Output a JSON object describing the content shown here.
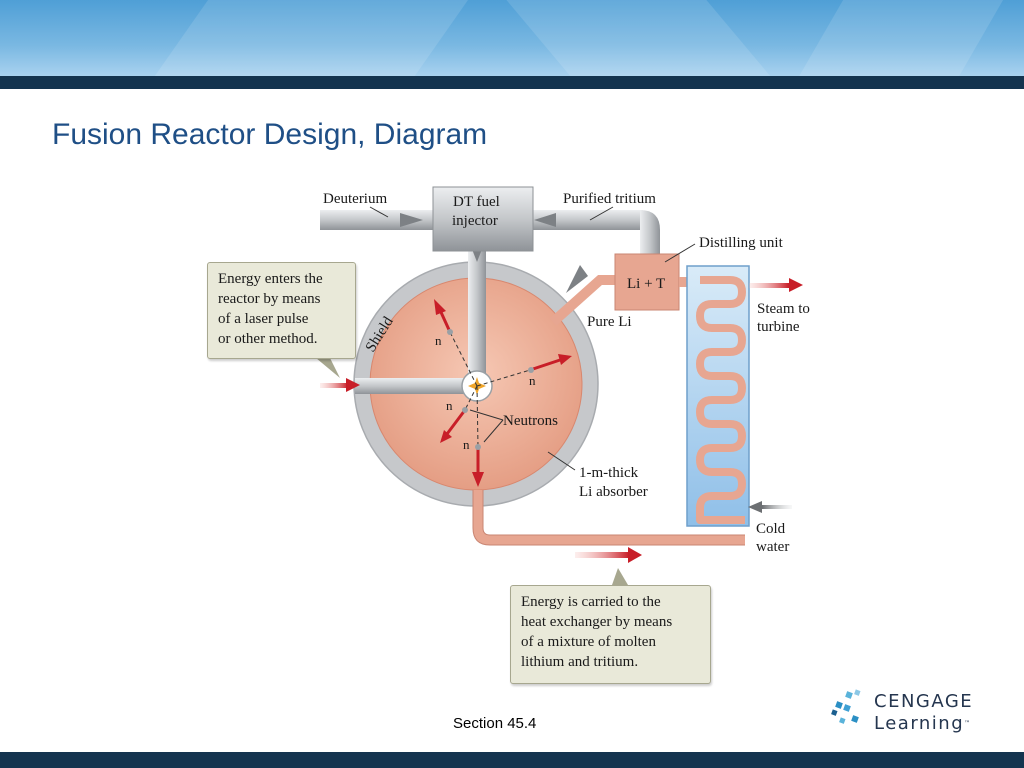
{
  "slide": {
    "title": "Fusion Reactor Design, Diagram",
    "footer": "Section  45.4"
  },
  "logo": {
    "line1": "CENGAGE",
    "line2": "Learning",
    "trademark": "™"
  },
  "diagram": {
    "labels": {
      "deuterium": "Deuterium",
      "dt_fuel_1": "DT fuel",
      "dt_fuel_2": "injector",
      "purified_tritium": "Purified tritium",
      "distilling_unit": "Distilling unit",
      "li_t": "Li + T",
      "pure_li": "Pure Li",
      "shield": "Shield",
      "steam_1": "Steam to",
      "steam_2": "turbine",
      "neutrons": "Neutrons",
      "n": "n",
      "absorber_1": "1-m-thick",
      "absorber_2": "Li absorber",
      "cold_1": "Cold",
      "cold_2": "water"
    },
    "callouts": {
      "laser": [
        "Energy enters the",
        "reactor by means",
        "of a laser pulse",
        "or other method."
      ],
      "heat": [
        "Energy is carried to the",
        "heat exchanger by means",
        "of a mixture of molten",
        "lithium and tritium."
      ]
    },
    "colors": {
      "pipe_gray": "#b7babe",
      "chamber": "#e8a08a",
      "shield": "#c9cbce",
      "arrow_red": "#c81e28",
      "exchanger": "#a9cdec",
      "lithium_pipe": "#e7a691"
    }
  }
}
